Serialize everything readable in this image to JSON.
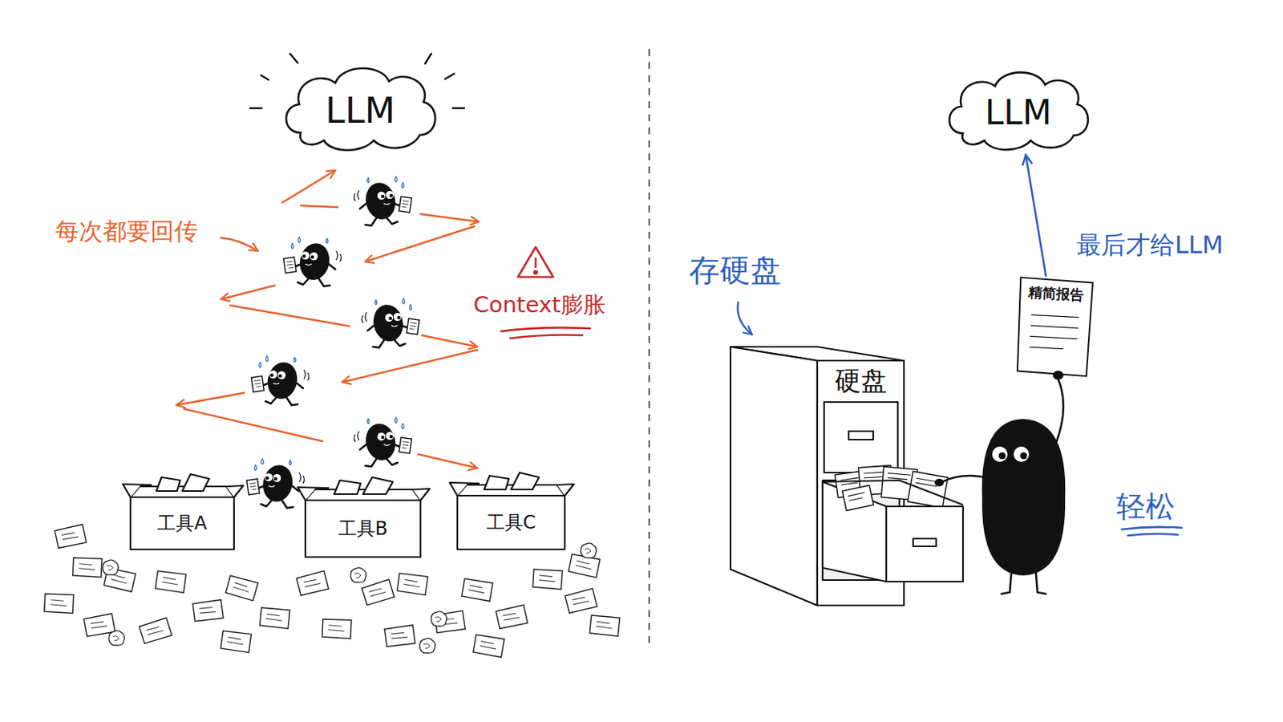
{
  "diagram": {
    "nodes": [
      {
        "text": [
          "LLM"
        ]
      },
      {
        "text": [
          "工具A"
        ]
      },
      {
        "text": [
          "工具B"
        ]
      },
      {
        "text": [
          "工具C"
        ]
      },
      {
        "text": [
          "LLM"
        ]
      },
      {
        "text": [
          "硬盘"
        ]
      },
      {
        "text": [
          "精简报告"
        ]
      }
    ],
    "edges": [
      {
        "from": 6,
        "to": 4,
        "arrow": "to",
        "label": "最后才给LLM"
      }
    ],
    "labels": [
      "每次都要回传",
      "Context膨胀",
      "存硬盘",
      "轻松"
    ]
  }
}
